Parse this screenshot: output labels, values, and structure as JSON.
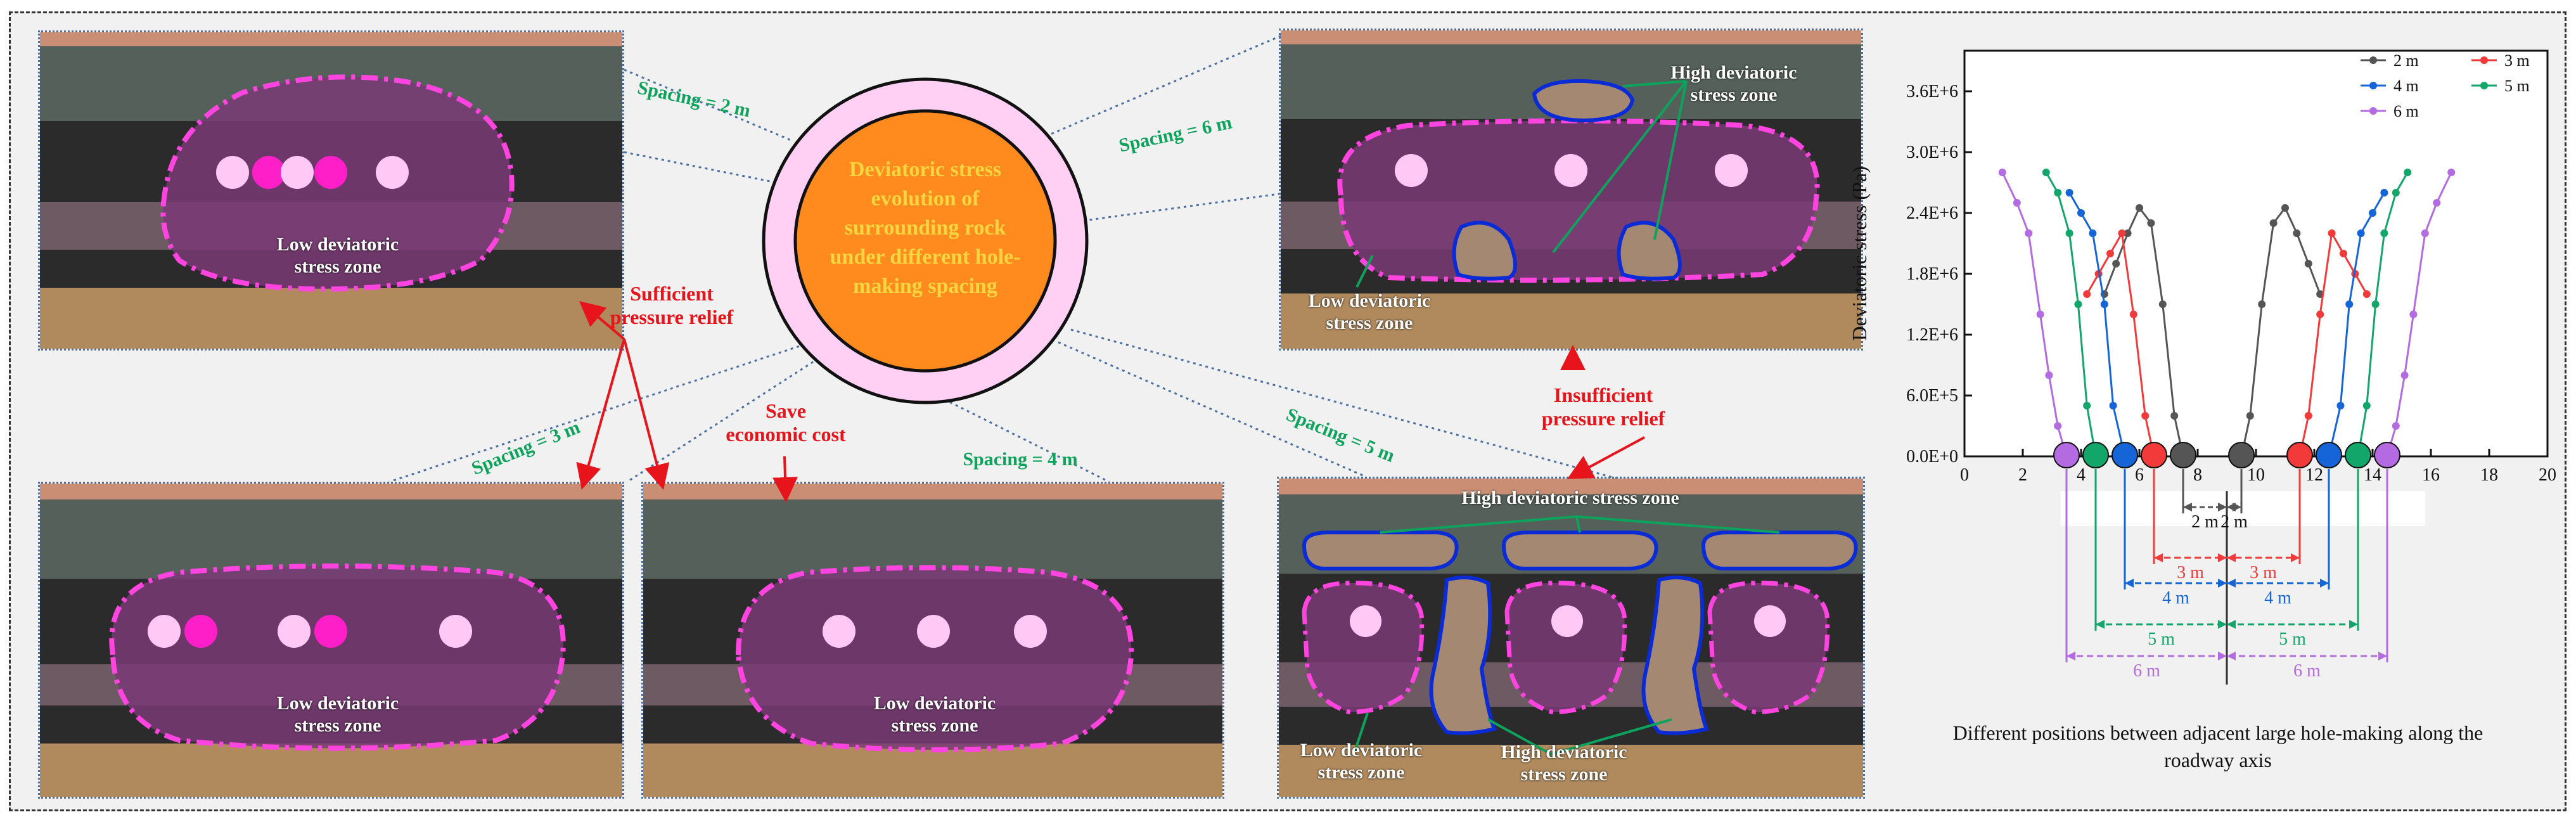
{
  "center": {
    "text_lines": [
      "Deviatoric stress",
      "evolution of",
      "surrounding rock",
      "under different hole-",
      "making spacing"
    ]
  },
  "spacing_labels": {
    "s2": "Spacing = 2 m",
    "s6": "Spacing = 6 m",
    "s3": "Spacing = 3 m",
    "s4": "Spacing = 4 m",
    "s5": "Spacing = 5 m"
  },
  "annotations": {
    "sufficient": [
      "Sufficient",
      "pressure relief"
    ],
    "insufficient": [
      "Insufficient",
      "pressure relief"
    ],
    "save": [
      "Save",
      "economic cost"
    ]
  },
  "zones": {
    "low": [
      "Low deviatoric",
      "stress zone"
    ],
    "high": [
      "High deviatoric",
      "stress zone"
    ],
    "high_single": "High deviatoric stress zone"
  },
  "colors": {
    "zone_fill": "#7a3a76",
    "dash_pink": "#ff44e0",
    "hole_light": "#ffc8f5",
    "hole_magenta": "#ff1fc8",
    "high_zone_fill": "#a58872",
    "high_zone_stroke": "#0a2bd6",
    "circle_fill": "#ff8b1f",
    "ring_fill": "#ffd0f4"
  },
  "chart_data": {
    "type": "line",
    "ylabel": "Deviatoric stress (Pa)",
    "xlabel": "",
    "xlim": [
      0,
      20
    ],
    "ylim": [
      0,
      4000000
    ],
    "x_ticks": [
      0,
      2,
      4,
      6,
      8,
      10,
      12,
      14,
      16,
      18,
      20
    ],
    "y_ticks": [
      "0.0E+0",
      "6.0E+5",
      "1.2E+6",
      "1.8E+6",
      "2.4E+6",
      "3.0E+6",
      "3.6E+6"
    ],
    "y_tick_values": [
      0,
      600000,
      1200000,
      1800000,
      2400000,
      3000000,
      3600000
    ],
    "legend_position": "top-right",
    "series": [
      {
        "name": "2 m",
        "color": "#555555",
        "holes": [
          7.5,
          9.5
        ],
        "x": [
          4.8,
          5.2,
          5.6,
          6.0,
          6.4,
          6.8,
          7.2,
          7.5,
          9.5,
          9.8,
          10.2,
          10.6,
          11.0,
          11.4,
          11.8,
          12.2
        ],
        "y": [
          1600000,
          1900000,
          2200000,
          2450000,
          2300000,
          1500000,
          400000,
          0,
          0,
          400000,
          1500000,
          2300000,
          2450000,
          2200000,
          1900000,
          1600000
        ]
      },
      {
        "name": "3 m",
        "color": "#f23a3a",
        "holes": [
          6.5,
          11.5
        ],
        "x": [
          4.2,
          4.6,
          5.0,
          5.4,
          5.8,
          6.2,
          6.5,
          11.5,
          11.8,
          12.2,
          12.6,
          13.0,
          13.4,
          13.8
        ],
        "y": [
          1600000,
          1800000,
          2000000,
          2200000,
          1400000,
          400000,
          0,
          0,
          400000,
          1400000,
          2200000,
          2000000,
          1800000,
          1600000
        ]
      },
      {
        "name": "4 m",
        "color": "#1565d8",
        "holes": [
          5.5,
          12.5
        ],
        "x": [
          3.6,
          4.0,
          4.4,
          4.8,
          5.1,
          5.5,
          12.5,
          12.9,
          13.2,
          13.6,
          14.0,
          14.4
        ],
        "y": [
          2600000,
          2400000,
          2200000,
          1500000,
          500000,
          0,
          0,
          500000,
          1500000,
          2200000,
          2400000,
          2600000
        ]
      },
      {
        "name": "5 m",
        "color": "#12a66a",
        "holes": [
          4.5,
          13.5
        ],
        "x": [
          2.8,
          3.2,
          3.6,
          3.9,
          4.2,
          4.5,
          13.5,
          13.8,
          14.1,
          14.4,
          14.8,
          15.2
        ],
        "y": [
          2800000,
          2600000,
          2200000,
          1500000,
          500000,
          0,
          0,
          500000,
          1500000,
          2200000,
          2600000,
          2800000
        ]
      },
      {
        "name": "6 m",
        "color": "#b46ae0",
        "holes": [
          3.5,
          14.5
        ],
        "x": [
          1.3,
          1.8,
          2.2,
          2.6,
          2.9,
          3.2,
          3.5,
          14.5,
          14.8,
          15.1,
          15.4,
          15.8,
          16.2,
          16.7
        ],
        "y": [
          2800000,
          2500000,
          2200000,
          1400000,
          800000,
          300000,
          0,
          0,
          300000,
          800000,
          1400000,
          2200000,
          2500000,
          2800000
        ]
      }
    ],
    "bracket_labels": [
      "2 m",
      "2 m",
      "3 m",
      "3 m",
      "4 m",
      "4 m",
      "5 m",
      "5 m",
      "6 m",
      "6 m"
    ],
    "caption_lines": [
      "Different positions between adjacent large hole-making along the",
      "roadway axis"
    ]
  }
}
